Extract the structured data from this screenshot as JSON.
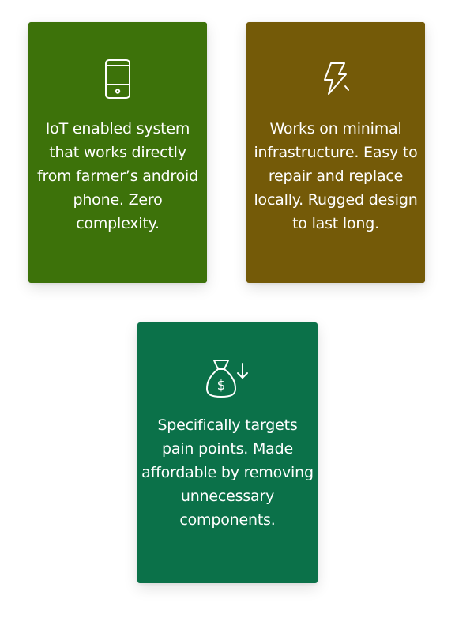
{
  "cards": [
    {
      "icon": "smartphone-icon",
      "color": "#3d720a",
      "text": "IoT enabled system that works directly from farmer’s android phone. Zero complexity."
    },
    {
      "icon": "lightning-icon",
      "color": "#745a08",
      "text": "Works on minimal infrastructure. Easy to repair and replace locally. Rugged design to last long."
    },
    {
      "icon": "money-bag-down-icon",
      "color": "#0b7149",
      "text": "Specifically targets pain points. Made affordable by removing unnecessary components."
    }
  ]
}
